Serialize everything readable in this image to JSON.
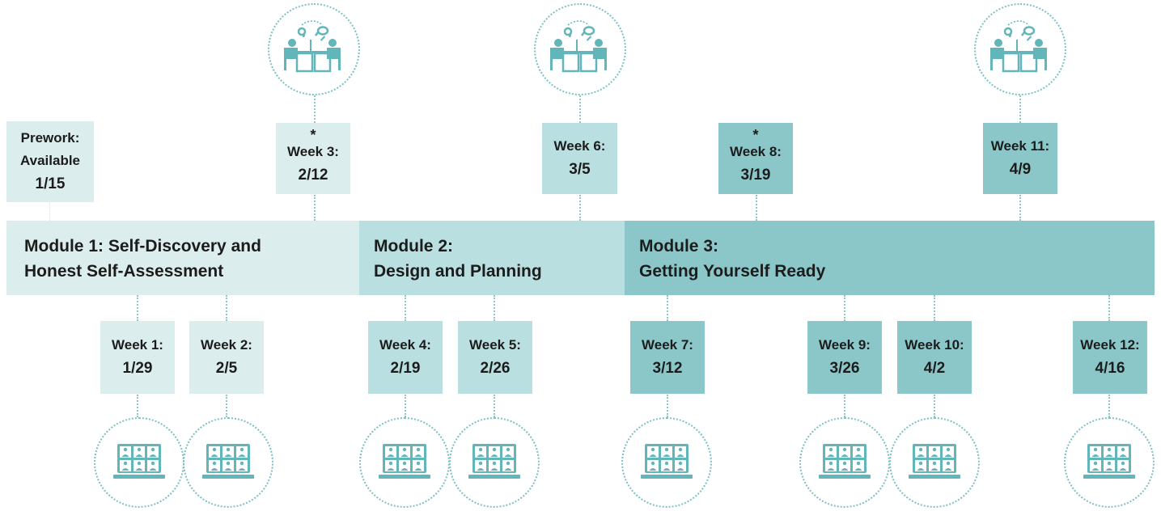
{
  "colors": {
    "module_1": "#dcedee",
    "module_2": "#b9dfe0",
    "module_3": "#8bc7c9",
    "icon": "#62b5b8",
    "dotted_line": "#8cc8ca"
  },
  "prework": {
    "title": "Prework:",
    "subtitle": "Available",
    "date": "1/15"
  },
  "modules": [
    {
      "line1": "Module 1: Self-Discovery and",
      "line2": "Honest Self-Assessment"
    },
    {
      "line1": "Module 2:",
      "line2": "Design and Planning"
    },
    {
      "line1": "Module 3:",
      "line2": "Getting Yourself Ready"
    }
  ],
  "top_weeks": [
    {
      "star": "*",
      "label": "Week 3:",
      "date": "2/12",
      "icon": "in-person-meeting-icon"
    },
    {
      "star": "",
      "label": "Week 6:",
      "date": "3/5",
      "icon": "in-person-meeting-icon"
    },
    {
      "star": "*",
      "label": "Week 8:",
      "date": "3/19",
      "icon": ""
    },
    {
      "star": "",
      "label": "Week 11:",
      "date": "4/9",
      "icon": "in-person-meeting-icon"
    }
  ],
  "bottom_weeks": [
    {
      "label": "Week 1:",
      "date": "1/29",
      "icon": "virtual-meeting-icon"
    },
    {
      "label": "Week 2:",
      "date": "2/5",
      "icon": "virtual-meeting-icon"
    },
    {
      "label": "Week 4:",
      "date": "2/19",
      "icon": "virtual-meeting-icon"
    },
    {
      "label": "Week 5:",
      "date": "2/26",
      "icon": "virtual-meeting-icon"
    },
    {
      "label": "Week 7:",
      "date": "3/12",
      "icon": "virtual-meeting-icon"
    },
    {
      "label": "Week 9:",
      "date": "3/26",
      "icon": "virtual-meeting-icon"
    },
    {
      "label": "Week 10:",
      "date": "4/2",
      "icon": "virtual-meeting-icon"
    },
    {
      "label": "Week 12:",
      "date": "4/16",
      "icon": "virtual-meeting-icon"
    }
  ]
}
